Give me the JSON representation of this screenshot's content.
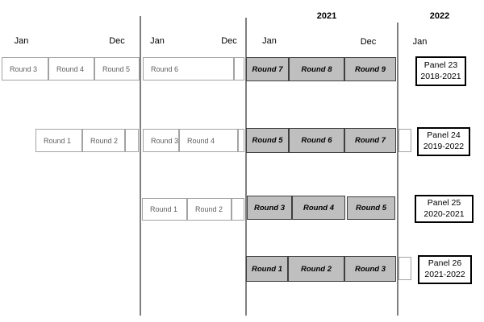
{
  "years": [
    {
      "label": "2021"
    },
    {
      "label": "2022"
    }
  ],
  "months": [
    {
      "label": "Jan"
    },
    {
      "label": "Dec"
    },
    {
      "label": "Jan"
    },
    {
      "label": "Dec"
    },
    {
      "label": "Jan"
    },
    {
      "label": "Dec"
    },
    {
      "label": "Jan"
    }
  ],
  "panels": [
    {
      "name": "Panel 23",
      "years": "2018-2021",
      "rounds": [
        "Round 3",
        "Round 4",
        "Round 5",
        "Round 6",
        "Round 7",
        "Round 8",
        "Round 9"
      ]
    },
    {
      "name": "Panel 24",
      "years": "2019-2022",
      "rounds": [
        "Round 1",
        "Round 2",
        "Round 3",
        "Round 4",
        "Round 5",
        "Round 6",
        "Round 7"
      ]
    },
    {
      "name": "Panel 25",
      "years": "2020-2021",
      "rounds": [
        "Round 1",
        "Round 2",
        "Round 3",
        "Round 4",
        "Round 5"
      ]
    },
    {
      "name": "Panel 26",
      "years": "2021-2022",
      "rounds": [
        "Round 1",
        "Round 2",
        "Round 3"
      ]
    }
  ],
  "colors": {
    "active_round_bg": "#bfbfbf",
    "open_round_text": "#5f5f5f",
    "divider_line": "#7f7f7f"
  }
}
